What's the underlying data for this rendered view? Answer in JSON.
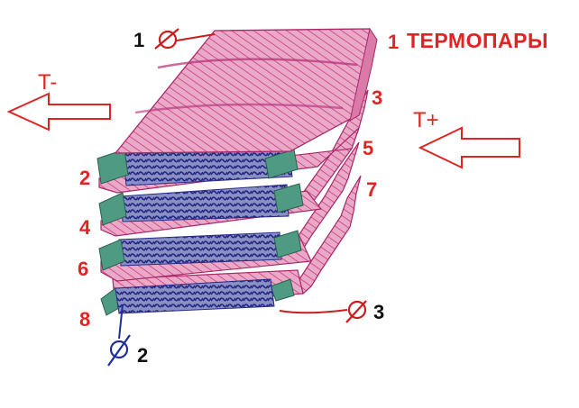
{
  "title": "ТЕРМОПАРЫ",
  "flow": {
    "left": "T-",
    "right": "T+"
  },
  "thermocouples": [
    "1",
    "2",
    "3"
  ],
  "right_labels": [
    "1",
    "3",
    "5",
    "7"
  ],
  "left_labels": [
    "2",
    "4",
    "6",
    "8"
  ],
  "colors": {
    "plate": "#e8a6c6",
    "plate_line": "#c2307a",
    "fin": "#4f9a83",
    "coil": "#2e2f8c",
    "label": "#e02424",
    "wire_red": "#c81e1e",
    "wire_blue": "#1f2f9a"
  }
}
